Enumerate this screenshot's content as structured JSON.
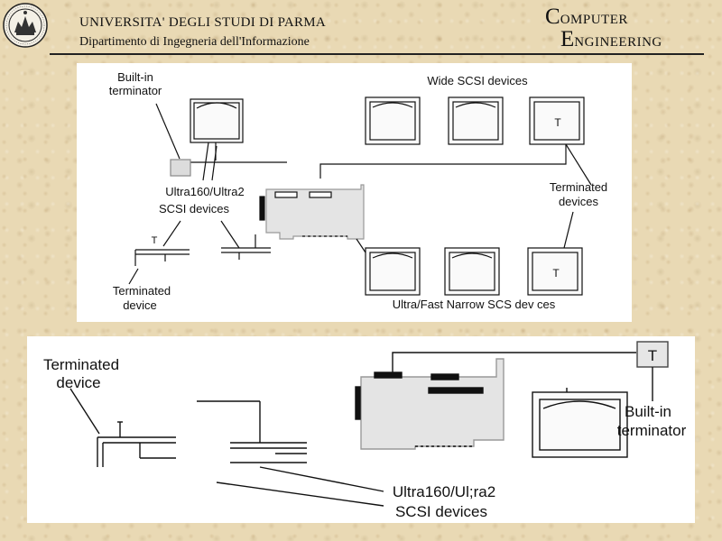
{
  "header": {
    "university": "UNIVERSITA' DEGLI STUDI DI PARMA",
    "department": "Dipartimento di Ingegneria dell'Informazione",
    "brand_word1_initial": "C",
    "brand_word1_rest": "OMPUTER",
    "brand_word2_initial": "E",
    "brand_word2_rest": "NGINEERING"
  },
  "diagram1": {
    "builtin_terminator_line1": "Built-in",
    "builtin_terminator_line2": "terminator",
    "wide_scsi_devices": "Wide SCSI devices",
    "ultra160_line1": "Ultra160/Ultra2",
    "ultra160_line2": "SCSI devices",
    "terminated_devices_line1": "Terminated",
    "terminated_devices_line2": "devices",
    "terminated_device_line1": "Terminated",
    "terminated_device_line2": "device",
    "narrow_scsi_devices": "Ultra/Fast Narrow SCS  dev ces",
    "t_label": "T"
  },
  "diagram2": {
    "terminated_device_line1": "Terminated",
    "terminated_device_line2": "device",
    "builtin_terminator_line1": "Built-in",
    "builtin_terminator_line2": "terminator",
    "ultra160_line1": "Ultra160/Ul;ra2",
    "ultra160_line2": "SCSI devices",
    "t_label": "T"
  },
  "colors": {
    "background": "#e9d9b4",
    "panel": "#ffffff",
    "card_fill": "#e4e4e4",
    "line": "#111111"
  }
}
